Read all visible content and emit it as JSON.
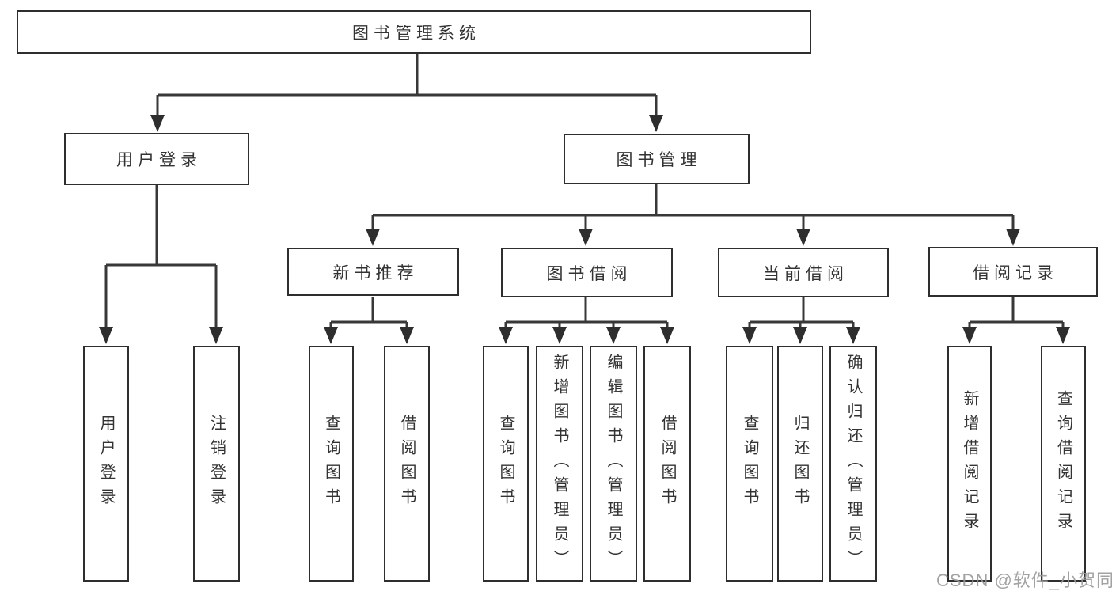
{
  "colors": {
    "line": "#383838",
    "box_border": "#2e2e2e",
    "text": "#333333",
    "watermark": "#989898",
    "background": "#ffffff"
  },
  "watermark": {
    "text": "CSDN @软件_小贺同学"
  },
  "tree": {
    "root": {
      "label": "图书管理系统"
    },
    "branches": [
      {
        "label": "用户登录",
        "children": [
          {
            "label": "用户登录"
          },
          {
            "label": "注销登录"
          }
        ]
      },
      {
        "label": "图书管理",
        "sections": [
          {
            "label": "新书推荐",
            "children": [
              {
                "label": "查询图书"
              },
              {
                "label": "借阅图书"
              }
            ]
          },
          {
            "label": "图书借阅",
            "children": [
              {
                "label": "查询图书"
              },
              {
                "label": "新增图书（管理员）"
              },
              {
                "label": "编辑图书（管理员）"
              },
              {
                "label": "借阅图书"
              }
            ]
          },
          {
            "label": "当前借阅",
            "children": [
              {
                "label": "查询图书"
              },
              {
                "label": "归还图书"
              },
              {
                "label": "确认归还（管理员）"
              }
            ]
          },
          {
            "label": "借阅记录",
            "children": [
              {
                "label": "新增借阅记录"
              },
              {
                "label": "查询借阅记录"
              }
            ]
          }
        ]
      }
    ]
  }
}
